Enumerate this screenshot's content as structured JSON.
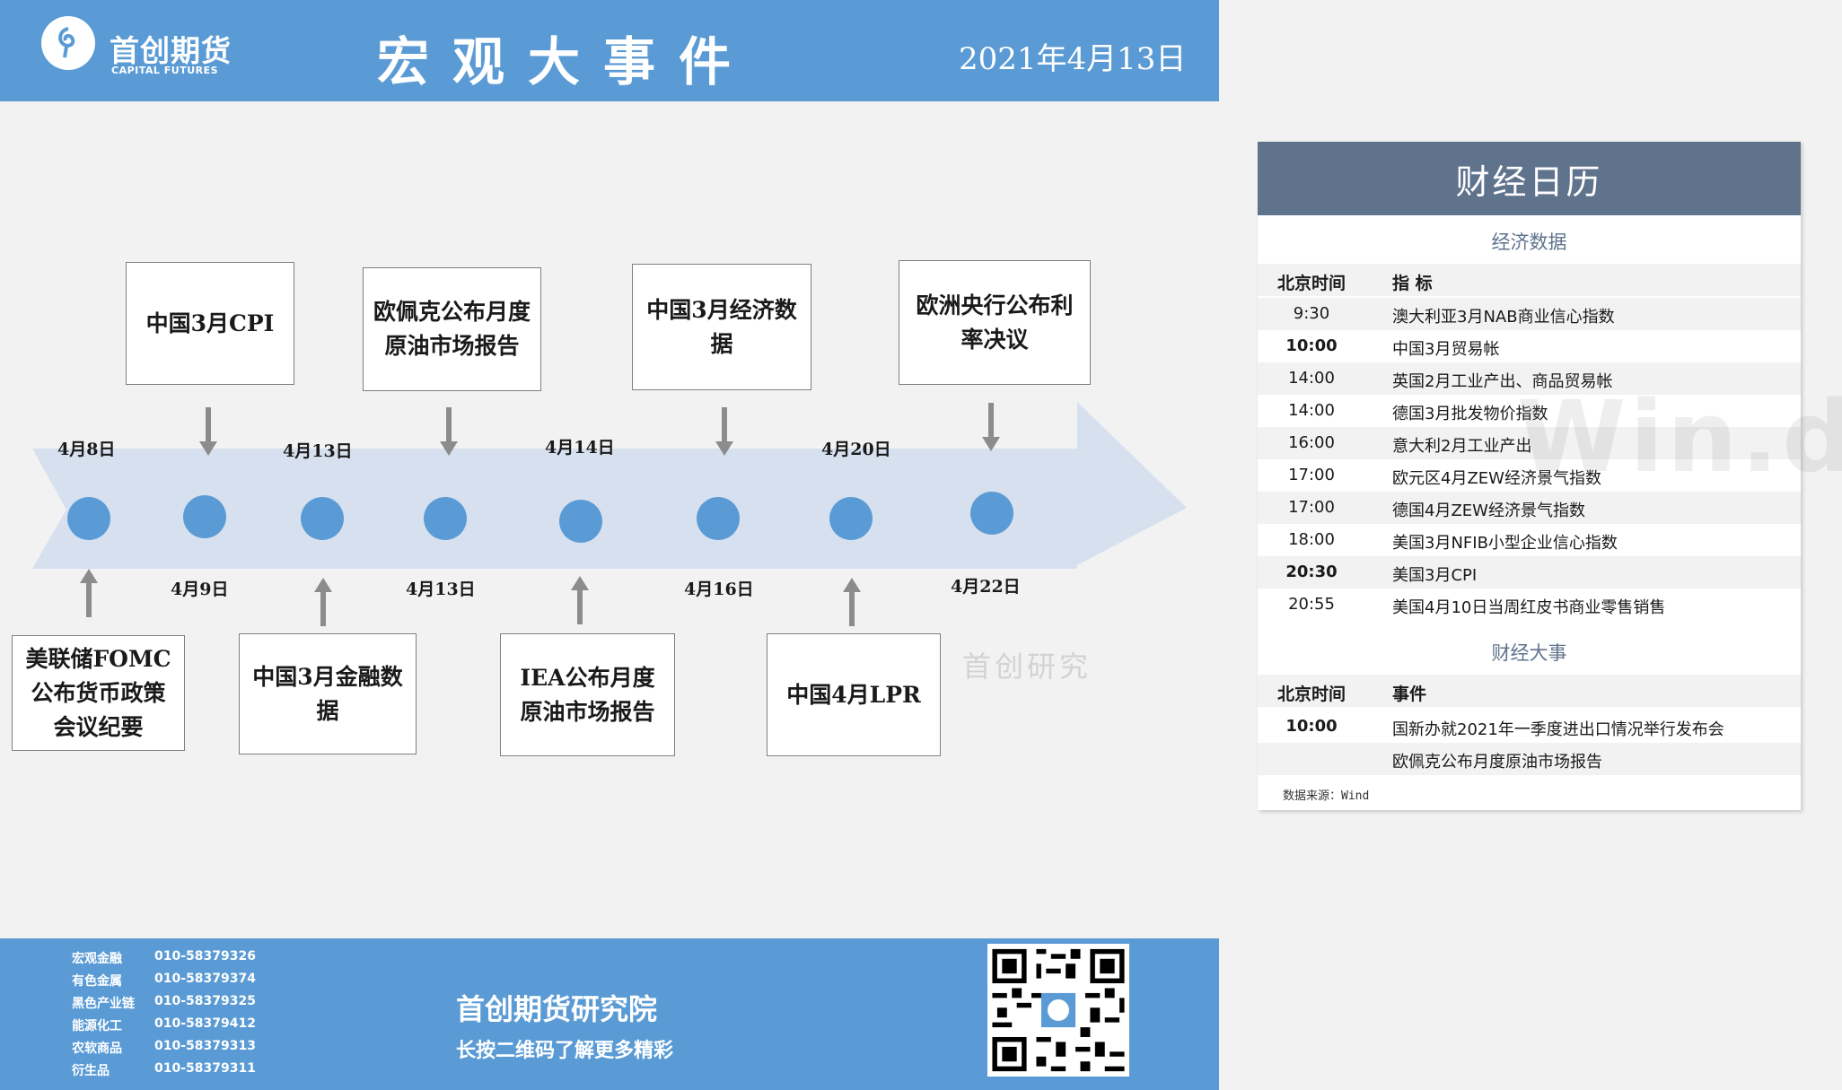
{
  "header": {
    "logo_cn": "首创期货",
    "logo_en": "CAPITAL FUTURES",
    "title": "宏观大事件",
    "date": "2021年4月13日"
  },
  "timeline": {
    "top_dates": [
      "4月8日",
      "4月13日",
      "4月14日",
      "4月20日"
    ],
    "bottom_dates": [
      "4月9日",
      "4月13日",
      "4月16日",
      "4月22日"
    ],
    "top_events": [
      "中国3月CPI",
      "欧佩克公布月度原油市场报告",
      "中国3月经济数据",
      "欧洲央行公布利率决议"
    ],
    "bottom_events": [
      "美联储FOMC公布货币政策会议纪要",
      "中国3月金融数据",
      "IEA公布月度原油市场报告",
      "中国4月LPR"
    ],
    "dot_color": "#5b9bd5",
    "arrow_color": "#d6e0ef"
  },
  "watermark": "首创研究",
  "calendar": {
    "title": "财经日历",
    "section_data": "经济数据",
    "col_time": "北京时间",
    "col_indicator": "指 标",
    "rows": [
      {
        "time": "9:30",
        "item": "澳大利亚3月NAB商业信心指数"
      },
      {
        "time": "10:00",
        "item": "中国3月贸易帐"
      },
      {
        "time": "14:00",
        "item": "英国2月工业产出、商品贸易帐"
      },
      {
        "time": "14:00",
        "item": "德国3月批发物价指数"
      },
      {
        "time": "16:00",
        "item": "意大利2月工业产出"
      },
      {
        "time": "17:00",
        "item": "欧元区4月ZEW经济景气指数"
      },
      {
        "time": "17:00",
        "item": "德国4月ZEW经济景气指数"
      },
      {
        "time": "18:00",
        "item": "美国3月NFIB小型企业信心指数"
      },
      {
        "time": "20:30",
        "item": "美国3月CPI"
      },
      {
        "time": "20:55",
        "item": "美国4月10日当周红皮书商业零售销售"
      }
    ],
    "section_events": "财经大事",
    "col_time2": "北京时间",
    "col_event": "事件",
    "events": [
      {
        "time": "10:00",
        "item": "国新办就2021年一季度进出口情况举行发布会"
      },
      {
        "time": "",
        "item": "欧佩克公布月度原油市场报告"
      }
    ],
    "source": "数据来源：Wind",
    "wind_watermark": "Win.d"
  },
  "footer": {
    "contacts": [
      {
        "dept": "宏观金融",
        "phone": "010-58379326"
      },
      {
        "dept": "有色金属",
        "phone": "010-58379374"
      },
      {
        "dept": "黑色产业链",
        "phone": "010-58379325"
      },
      {
        "dept": "能源化工",
        "phone": "010-58379412"
      },
      {
        "dept": "农软商品",
        "phone": "010-58379313"
      },
      {
        "dept": "衍生品",
        "phone": "010-58379311"
      }
    ],
    "title": "首创期货研究院",
    "subtitle": "长按二维码了解更多精彩"
  },
  "colors": {
    "brand_blue": "#5b9bd5",
    "calendar_header": "#5f738d"
  }
}
